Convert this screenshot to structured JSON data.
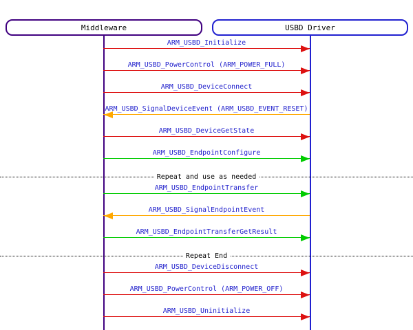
{
  "diagram": {
    "kind": "sequence-diagram",
    "participants": [
      {
        "id": "middleware",
        "label": "Middleware",
        "color": "#400080"
      },
      {
        "id": "usbd-driver",
        "label": "USBD Driver",
        "color": "#2020d0"
      }
    ],
    "label_text_color": "#2020cc",
    "separator_text_color": "#000000",
    "messages": [
      {
        "kind": "message",
        "label": "ARM_USBD_Initialize",
        "from": "Middleware",
        "to": "USBD Driver",
        "direction": "right",
        "color": "#dd1111"
      },
      {
        "kind": "message",
        "label": "ARM_USBD_PowerControl (ARM_POWER_FULL)",
        "from": "Middleware",
        "to": "USBD Driver",
        "direction": "right",
        "color": "#dd1111"
      },
      {
        "kind": "message",
        "label": "ARM_USBD_DeviceConnect",
        "from": "Middleware",
        "to": "USBD Driver",
        "direction": "right",
        "color": "#dd1111"
      },
      {
        "kind": "message",
        "label": "ARM_USBD_SignalDeviceEvent (ARM_USBD_EVENT_RESET)",
        "from": "USBD Driver",
        "to": "Middleware",
        "direction": "left",
        "color": "#ffa800"
      },
      {
        "kind": "message",
        "label": "ARM_USBD_DeviceGetState",
        "from": "Middleware",
        "to": "USBD Driver",
        "direction": "right",
        "color": "#dd1111"
      },
      {
        "kind": "message",
        "label": "ARM_USBD_EndpointConfigure",
        "from": "Middleware",
        "to": "USBD Driver",
        "direction": "right",
        "color": "#00cc00"
      },
      {
        "kind": "separator",
        "label": "Repeat and use as needed"
      },
      {
        "kind": "message",
        "label": "ARM_USBD_EndpointTransfer",
        "from": "Middleware",
        "to": "USBD Driver",
        "direction": "right",
        "color": "#00cc00"
      },
      {
        "kind": "message",
        "label": "ARM_USBD_SignalEndpointEvent",
        "from": "USBD Driver",
        "to": "Middleware",
        "direction": "left",
        "color": "#ffa800"
      },
      {
        "kind": "message",
        "label": "ARM_USBD_EndpointTransferGetResult",
        "from": "Middleware",
        "to": "USBD Driver",
        "direction": "right",
        "color": "#00cc00"
      },
      {
        "kind": "separator",
        "label": "Repeat End"
      },
      {
        "kind": "message",
        "label": "ARM_USBD_DeviceDisconnect",
        "from": "Middleware",
        "to": "USBD Driver",
        "direction": "right",
        "color": "#dd1111"
      },
      {
        "kind": "message",
        "label": "ARM_USBD_PowerControl (ARM_POWER_OFF)",
        "from": "Middleware",
        "to": "USBD Driver",
        "direction": "right",
        "color": "#dd1111"
      },
      {
        "kind": "message",
        "label": "ARM_USBD_Uninitialize",
        "from": "Middleware",
        "to": "USBD Driver",
        "direction": "right",
        "color": "#dd1111"
      }
    ]
  }
}
